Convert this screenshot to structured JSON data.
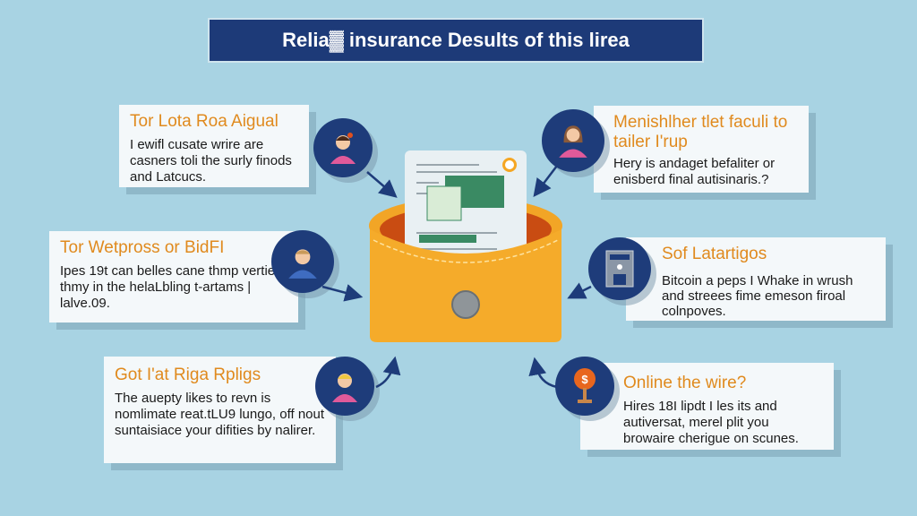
{
  "title": "Relia▓ insurance Desults of this lirea",
  "cards": [
    {
      "heading": "Tor Lota Roa Aigual",
      "body": "I ewifl cusate wrire are casners toli the surly finods and Latcucs.",
      "icon": "woman-avatar-icon"
    },
    {
      "heading": "Tor Wetpross or BidFI",
      "body": "Ipes 19t can belles cane thmp verties thmy in the helaLbling t-artams | lalve.09.",
      "icon": "man-avatar-icon"
    },
    {
      "heading": "Got I'at Riga Rpligs",
      "body": "The auepty likes to revn is nomlimate reat.tLU9 lungo, off nout suntaisiace your difities by nalirer.",
      "icon": "blonde-person-icon"
    },
    {
      "heading": "Menishlher tlet faculi to tailer I'rup",
      "body": "Hery is andaget befaliter or enisberd final autisinaris.?",
      "icon": "woman-avatar-icon"
    },
    {
      "heading": "Sof Latartigos",
      "body": "Bitcoin a peps I Whake in wrush and streees fime emeson firoal colnpoves.",
      "icon": "atm-machine-icon"
    },
    {
      "heading": "Online the wire?",
      "body": "Hires 18I lipdt I les its and autiversat, merel plit you browaire cherigue on scunes.",
      "icon": "bitcoin-pin-icon"
    }
  ],
  "colors": {
    "navy": "#1d3a78",
    "orange": "#e08a1e",
    "background": "#a8d3e3",
    "pouch": "#f5a623"
  }
}
